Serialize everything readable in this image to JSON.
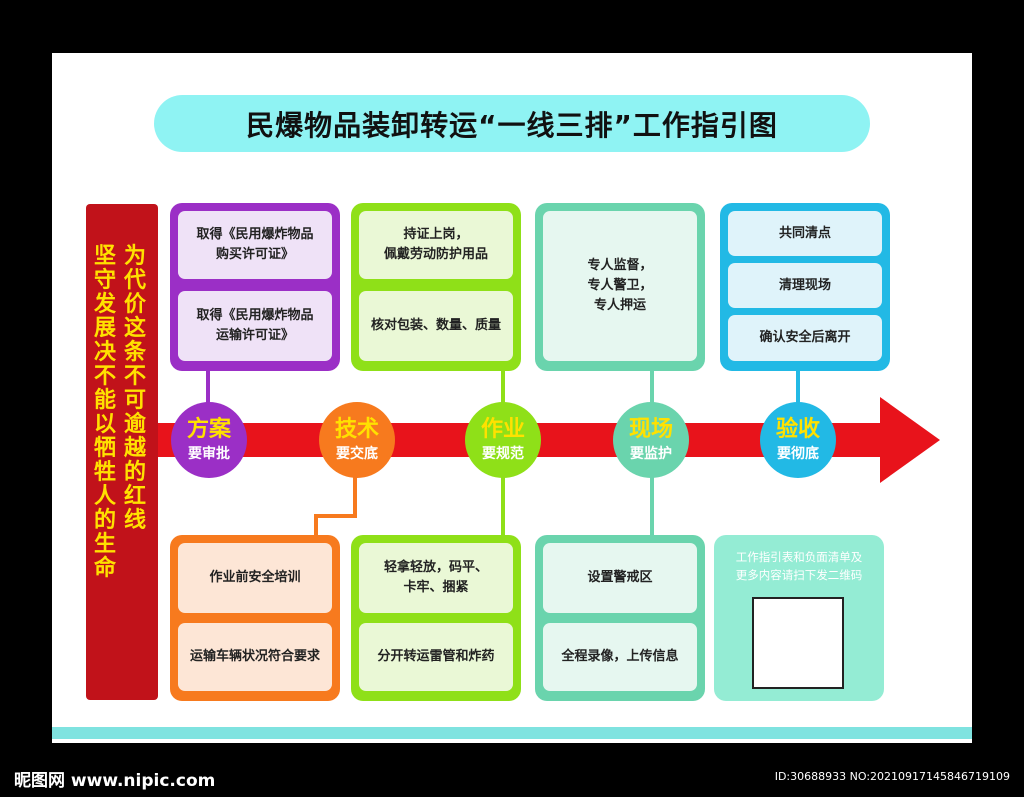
{
  "title": "民爆物品装卸转运“一线三排”工作指引图",
  "slogan": {
    "col_left": "坚守发展决不能以牺牲人的生命",
    "col_right": "为代价这条不可逾越的红线"
  },
  "nodes": [
    {
      "big": "方案",
      "small": "要审批"
    },
    {
      "big": "技术",
      "small": "要交底"
    },
    {
      "big": "作业",
      "small": "要规范"
    },
    {
      "big": "现场",
      "small": "要监护"
    },
    {
      "big": "验收",
      "small": "要彻底"
    }
  ],
  "top_boxes": {
    "plan": [
      "取得《民用爆炸物品\n购买许可证》",
      "取得《民用爆炸物品\n运输许可证》"
    ],
    "operation": [
      "持证上岗，\n佩戴劳动防护用品",
      "核对包装、数量、质量"
    ],
    "site": [
      "专人监督，\n专人警卫，\n专人押运"
    ],
    "acceptance": [
      "共同清点",
      "清理现场",
      "确认安全后离开"
    ]
  },
  "bottom_boxes": {
    "tech": [
      "作业前安全培训",
      "运输车辆状况符合要求"
    ],
    "operation": [
      "轻拿轻放，码平、\n卡牢、捆紧",
      "分开转运雷管和炸药"
    ],
    "site": [
      "设置警戒区",
      "全程录像，上传信息"
    ],
    "qr_note": "工作指引表和负面清单及\n更多内容请扫下发二维码"
  },
  "footer": {
    "left": "昵图网 www.nipic.com",
    "right": "ID:30688933 NO:20210917145846719109"
  },
  "colors": {
    "purple": "#9b2fc6",
    "green": "#8fe018",
    "teal": "#6ad4ad",
    "cyan": "#22b9e5",
    "orange": "#f77a1e",
    "red": "#e8131b",
    "yellow": "#ffe100"
  }
}
